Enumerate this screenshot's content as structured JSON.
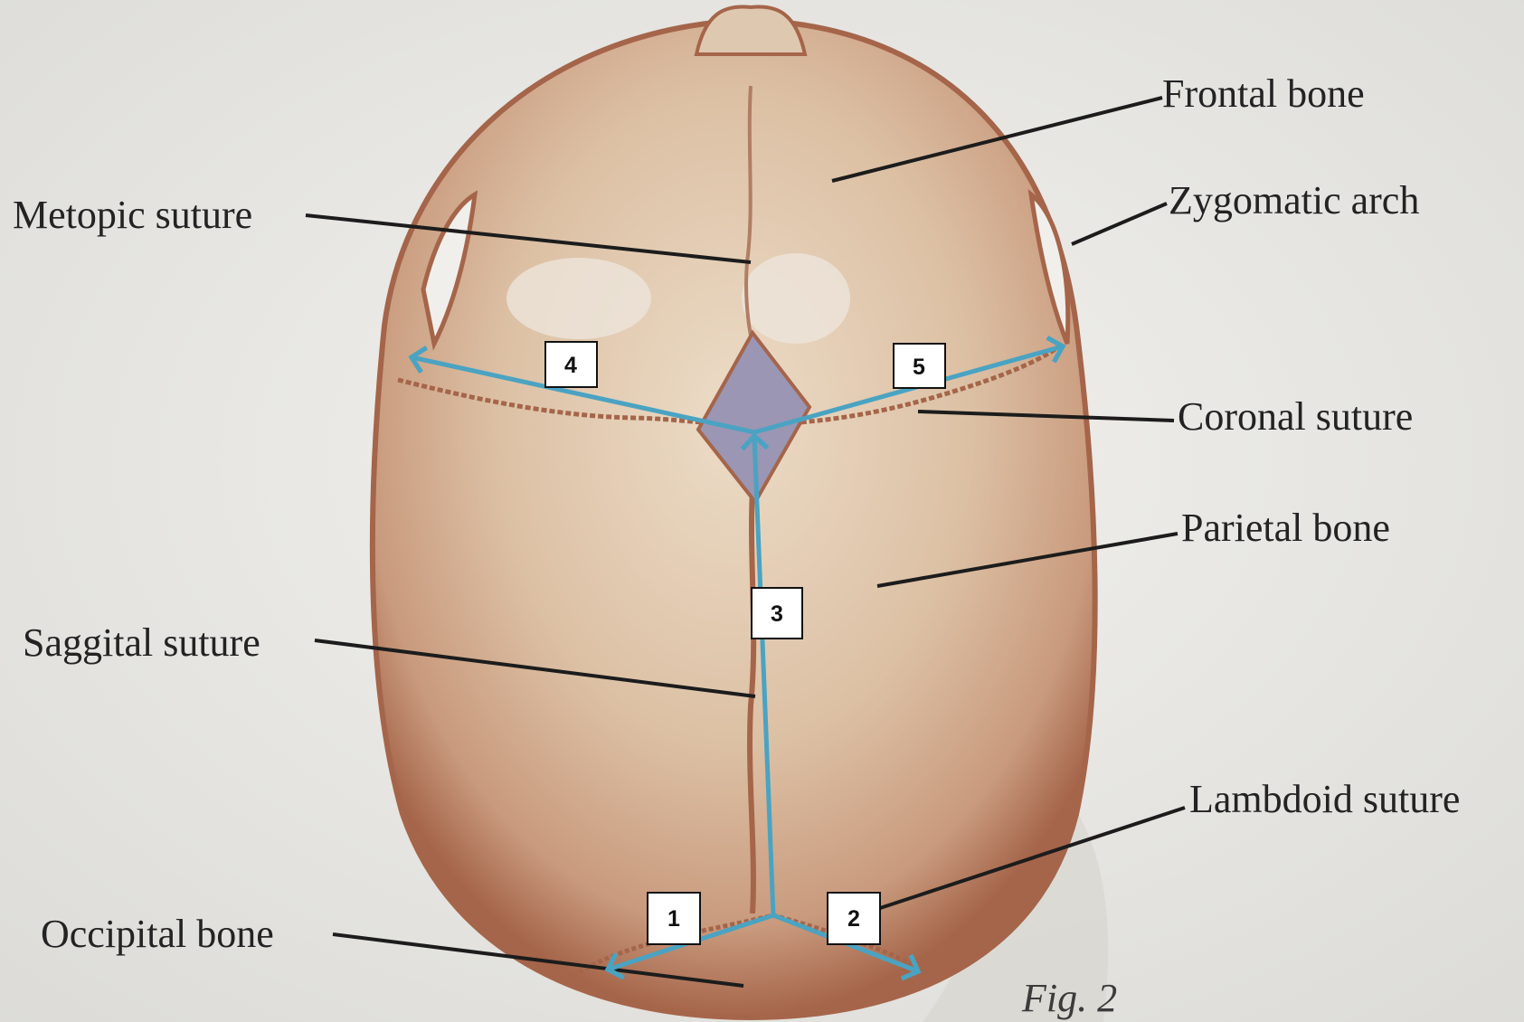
{
  "labels": {
    "frontal_bone": "Frontal bone",
    "zygomatic_arch": "Zygomatic arch",
    "metopic_suture": "Metopic suture",
    "coronal_suture": "Coronal suture",
    "parietal_bone": "Parietal bone",
    "saggital_suture": "Saggital suture",
    "lambdoid_suture": "Lambdoid suture",
    "occipital_bone": "Occipital bone"
  },
  "figure_caption": "Fig. 2",
  "numbered_markers": [
    "1",
    "2",
    "3",
    "4",
    "5"
  ],
  "colors": {
    "background": "#e9e8e4",
    "skull_bone": "#dcc0a4",
    "skull_rim": "#a5654a",
    "fontanelle": "#9a96b4",
    "arrow": "#4aa3c2",
    "leader_line": "#1c1c1c",
    "marker_box": "#ffffff"
  }
}
